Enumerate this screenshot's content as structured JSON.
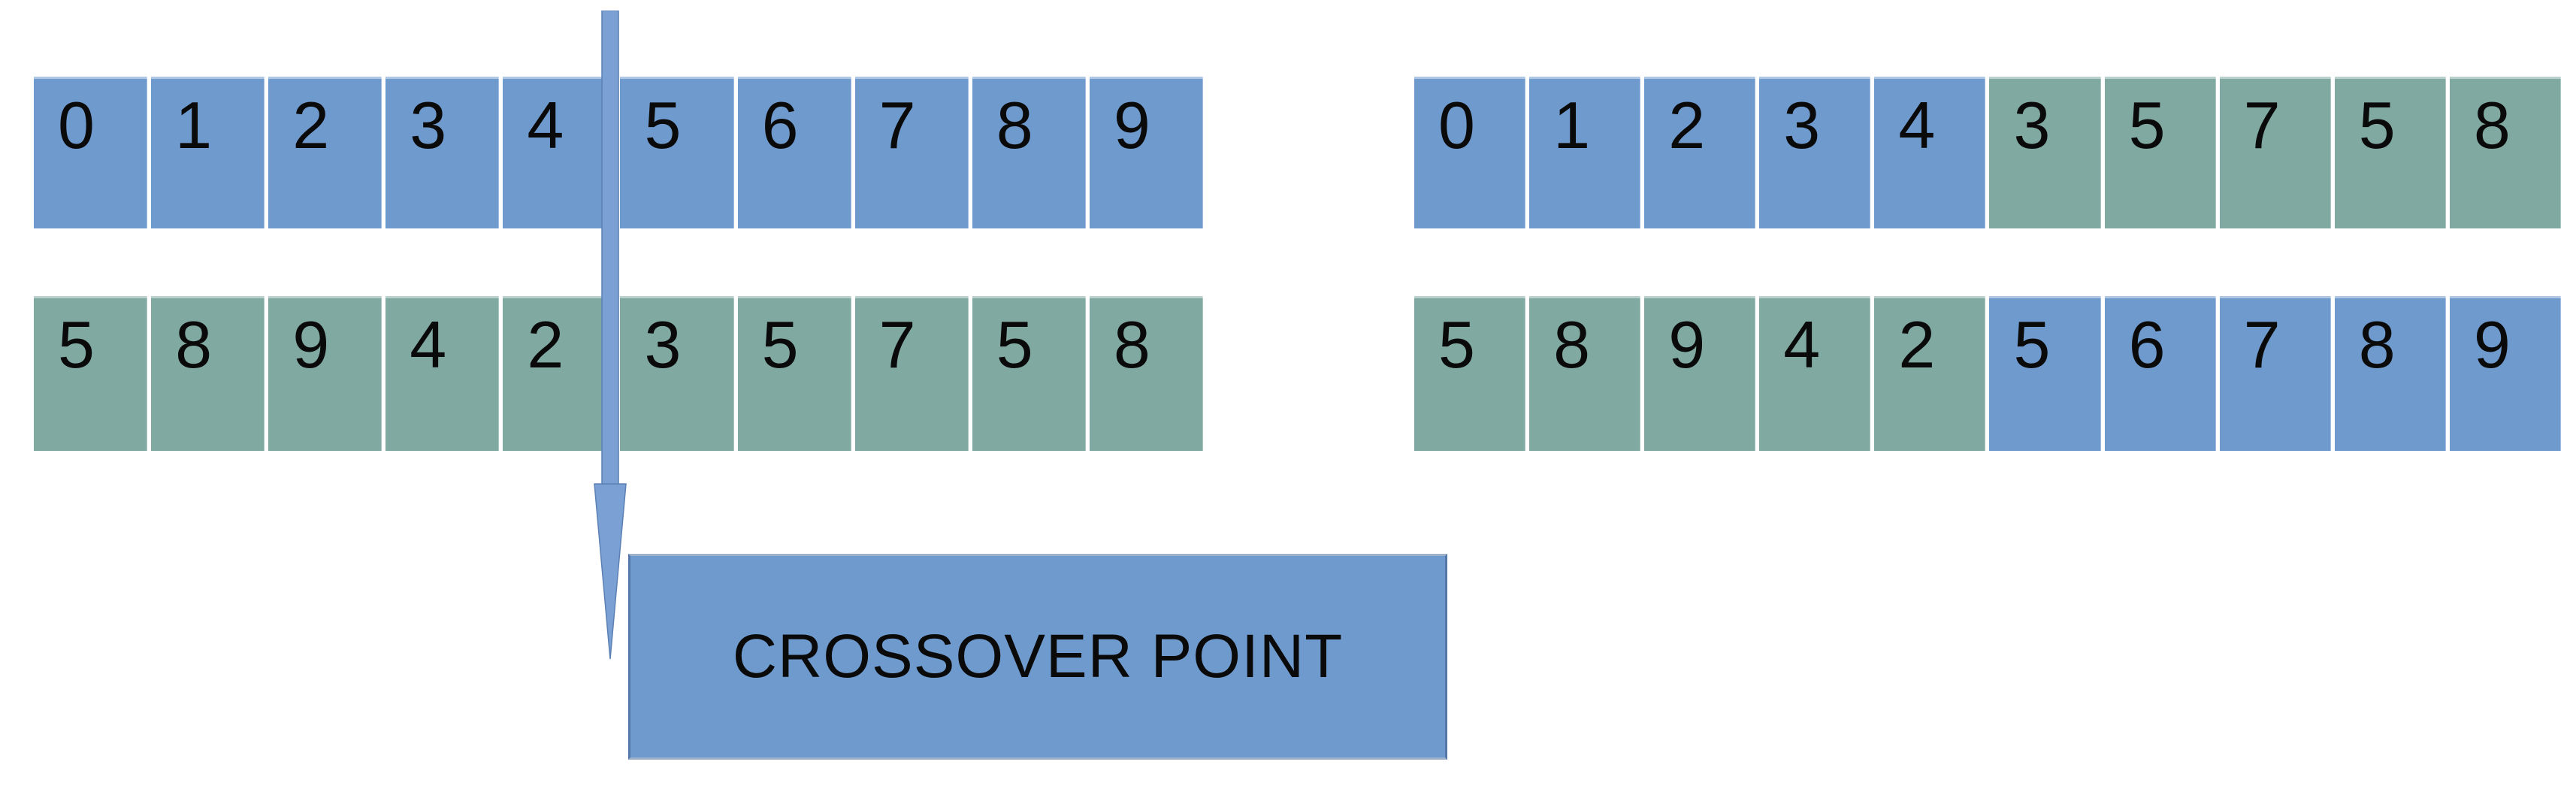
{
  "diagram": {
    "type": "genetic-algorithm-single-point-crossover",
    "crossover_label": "CROSSOVER POINT",
    "crossover_index": 5
  },
  "colors": {
    "blue": "#6f9ace",
    "green": "#80a9a2",
    "arrow": "#7aa0d4",
    "arrow_edge": "#5b80b4",
    "box_border": "#5477a7",
    "text": "#0a0a0a",
    "background": "#ffffff"
  },
  "arrays": {
    "parent1": [
      {
        "value": "0",
        "color": "blue"
      },
      {
        "value": "1",
        "color": "blue"
      },
      {
        "value": "2",
        "color": "blue"
      },
      {
        "value": "3",
        "color": "blue"
      },
      {
        "value": "4",
        "color": "blue"
      },
      {
        "value": "5",
        "color": "blue"
      },
      {
        "value": "6",
        "color": "blue"
      },
      {
        "value": "7",
        "color": "blue"
      },
      {
        "value": "8",
        "color": "blue"
      },
      {
        "value": "9",
        "color": "blue"
      }
    ],
    "parent2": [
      {
        "value": "5",
        "color": "green"
      },
      {
        "value": "8",
        "color": "green"
      },
      {
        "value": "9",
        "color": "green"
      },
      {
        "value": "4",
        "color": "green"
      },
      {
        "value": "2",
        "color": "green"
      },
      {
        "value": "3",
        "color": "green"
      },
      {
        "value": "5",
        "color": "green"
      },
      {
        "value": "7",
        "color": "green"
      },
      {
        "value": "5",
        "color": "green"
      },
      {
        "value": "8",
        "color": "green"
      }
    ],
    "offspring1": [
      {
        "value": "0",
        "color": "blue"
      },
      {
        "value": "1",
        "color": "blue"
      },
      {
        "value": "2",
        "color": "blue"
      },
      {
        "value": "3",
        "color": "blue"
      },
      {
        "value": "4",
        "color": "blue"
      },
      {
        "value": "3",
        "color": "green"
      },
      {
        "value": "5",
        "color": "green"
      },
      {
        "value": "7",
        "color": "green"
      },
      {
        "value": "5",
        "color": "green"
      },
      {
        "value": "8",
        "color": "green"
      }
    ],
    "offspring2": [
      {
        "value": "5",
        "color": "green"
      },
      {
        "value": "8",
        "color": "green"
      },
      {
        "value": "9",
        "color": "green"
      },
      {
        "value": "4",
        "color": "green"
      },
      {
        "value": "2",
        "color": "green"
      },
      {
        "value": "5",
        "color": "blue"
      },
      {
        "value": "6",
        "color": "blue"
      },
      {
        "value": "7",
        "color": "blue"
      },
      {
        "value": "8",
        "color": "blue"
      },
      {
        "value": "9",
        "color": "blue"
      }
    ]
  }
}
